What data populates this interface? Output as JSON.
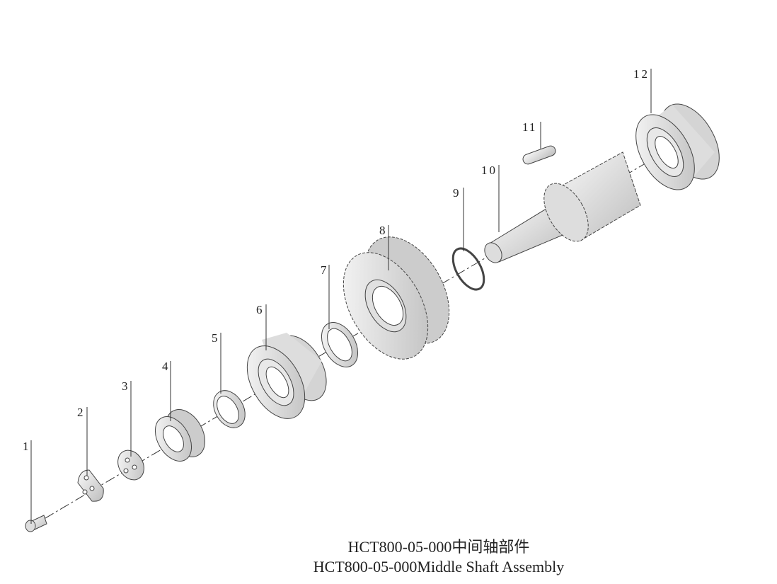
{
  "callouts": [
    "1",
    "2",
    "3",
    "4",
    "5",
    "6",
    "7",
    "8",
    "9",
    "10",
    "11",
    "12"
  ],
  "caption": {
    "line1": "HCT800-05-000中间轴部件",
    "line2": "HCT800-05-000Middle Shaft Assembly"
  },
  "colors": {
    "part_fill": "#e6e6e6",
    "part_edge": "#444444",
    "line": "#333333"
  }
}
